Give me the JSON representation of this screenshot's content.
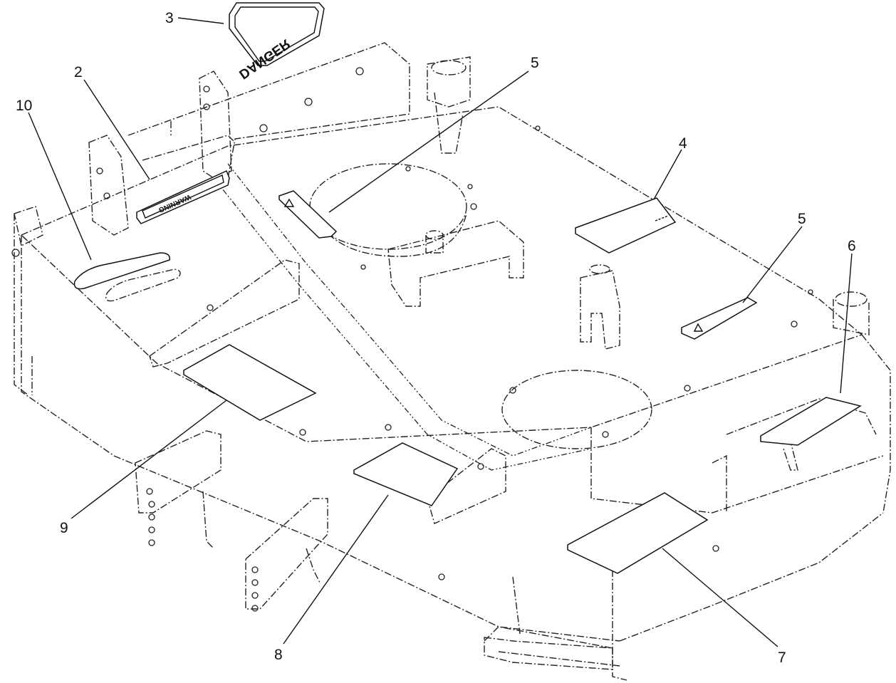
{
  "callouts": [
    {
      "id": "c3",
      "label": "3"
    },
    {
      "id": "c2",
      "label": "2"
    },
    {
      "id": "c10",
      "label": "10"
    },
    {
      "id": "c5a",
      "label": "5"
    },
    {
      "id": "c4",
      "label": "4"
    },
    {
      "id": "c5b",
      "label": "5"
    },
    {
      "id": "c6",
      "label": "6"
    },
    {
      "id": "c9",
      "label": "9"
    },
    {
      "id": "c8",
      "label": "8"
    },
    {
      "id": "c7",
      "label": "7"
    }
  ],
  "decals": {
    "danger_text": "DANGER",
    "warning_text": "WARNING"
  }
}
